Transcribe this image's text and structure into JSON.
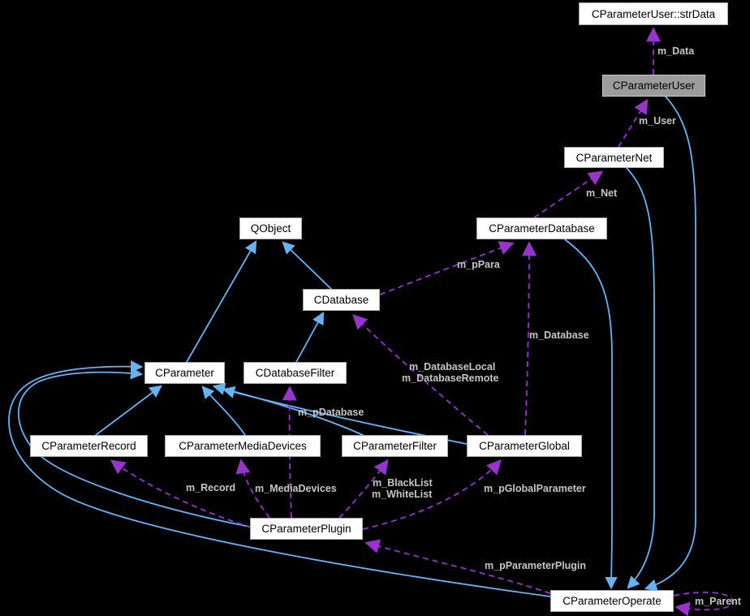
{
  "diagram_type": "class-collaboration-graph",
  "colors": {
    "background": "#000000",
    "inheritance_edge": "#63b4f7",
    "usage_edge": "#9a32cd",
    "edge_label": "#c5c5c5",
    "node_fill": "#ffffff",
    "node_border": "#a8a8a8",
    "node_text": "#000000",
    "current_node_fill": "#9c9c9c",
    "current_node_border": "#c9c9c9"
  },
  "nodes": {
    "strdata": {
      "label": "CParameterUser::strData"
    },
    "user": {
      "label": "CParameterUser",
      "current": true
    },
    "net": {
      "label": "CParameterNet"
    },
    "pdatabase": {
      "label": "CParameterDatabase"
    },
    "qobject": {
      "label": "QObject"
    },
    "cdatabase": {
      "label": "CDatabase"
    },
    "parameter": {
      "label": "CParameter"
    },
    "dbfilter": {
      "label": "CDatabaseFilter"
    },
    "record": {
      "label": "CParameterRecord"
    },
    "media": {
      "label": "CParameterMediaDevices"
    },
    "filter": {
      "label": "CParameterFilter"
    },
    "global": {
      "label": "CParameterGlobal"
    },
    "plugin": {
      "label": "CParameterPlugin"
    },
    "operate": {
      "label": "CParameterOperate"
    }
  },
  "edges": [
    {
      "from": "CParameterUser",
      "to": "CParameterUser::strData",
      "type": "usage",
      "label": "m_Data"
    },
    {
      "from": "CParameterNet",
      "to": "CParameterUser",
      "type": "usage",
      "label": "m_User"
    },
    {
      "from": "CParameterDatabase",
      "to": "CParameterNet",
      "type": "usage",
      "label": "m_Net"
    },
    {
      "from": "CDatabase",
      "to": "CParameterDatabase",
      "type": "usage",
      "label": "m_pPara"
    },
    {
      "from": "CParameterGlobal",
      "to": "CParameterDatabase",
      "type": "usage",
      "label": "m_Database"
    },
    {
      "from": "CParameterGlobal",
      "to": "CDatabase",
      "type": "usage",
      "label_lines": [
        "m_DatabaseLocal",
        "m_DatabaseRemote"
      ]
    },
    {
      "from": "CParameterPlugin",
      "to": "CDatabaseFilter",
      "type": "usage",
      "label": "m_pDatabase"
    },
    {
      "from": "CParameterPlugin",
      "to": "CParameterRecord",
      "type": "usage",
      "label": "m_Record"
    },
    {
      "from": "CParameterPlugin",
      "to": "CParameterMediaDevices",
      "type": "usage",
      "label": "m_MediaDevices"
    },
    {
      "from": "CParameterPlugin",
      "to": "CParameterFilter",
      "type": "usage",
      "label_lines": [
        "m_BlackList",
        "m_WhiteList"
      ]
    },
    {
      "from": "CParameterPlugin",
      "to": "CParameterGlobal",
      "type": "usage",
      "label": "m_pGlobalParameter"
    },
    {
      "from": "CParameterOperate",
      "to": "CParameterPlugin",
      "type": "usage",
      "label": "m_pParameterPlugin"
    },
    {
      "from": "CParameterOperate",
      "to": "CParameterOperate",
      "type": "usage",
      "label": "m_Parent"
    },
    {
      "from": "CParameter",
      "to": "QObject",
      "type": "inheritance"
    },
    {
      "from": "CDatabase",
      "to": "QObject",
      "type": "inheritance"
    },
    {
      "from": "CDatabaseFilter",
      "to": "CDatabase",
      "type": "inheritance"
    },
    {
      "from": "CParameterRecord",
      "to": "CParameter",
      "type": "inheritance"
    },
    {
      "from": "CParameterMediaDevices",
      "to": "CParameter",
      "type": "inheritance"
    },
    {
      "from": "CParameterFilter",
      "to": "CParameter",
      "type": "inheritance"
    },
    {
      "from": "CParameterGlobal",
      "to": "CParameter",
      "type": "inheritance"
    },
    {
      "from": "CParameterPlugin",
      "to": "CParameter",
      "type": "inheritance"
    },
    {
      "from": "CParameterOperate",
      "to": "CParameter",
      "type": "inheritance"
    },
    {
      "from": "CParameterUser",
      "to": "CParameterOperate",
      "type": "inheritance"
    },
    {
      "from": "CParameterNet",
      "to": "CParameterOperate",
      "type": "inheritance"
    },
    {
      "from": "CParameterDatabase",
      "to": "CParameterOperate",
      "type": "inheritance"
    }
  ]
}
